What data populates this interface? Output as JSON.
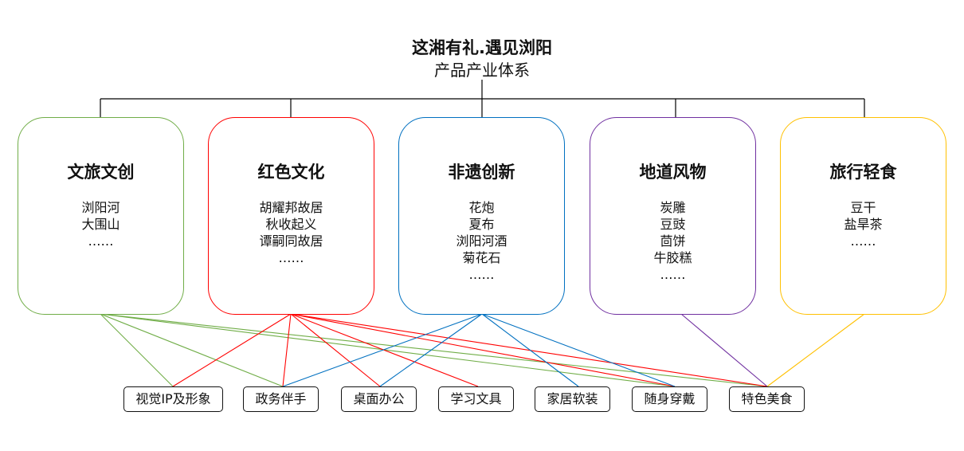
{
  "title": "这湘有礼.遇见浏阳",
  "subtitle": "产品产业体系",
  "groups": [
    {
      "name": "文旅文创",
      "color": "#70AD47",
      "items": [
        "浏阳河",
        "大围山",
        "……"
      ]
    },
    {
      "name": "红色文化",
      "color": "#FF0000",
      "items": [
        "胡耀邦故居",
        "秋收起义",
        "谭嗣同故居",
        "……"
      ]
    },
    {
      "name": "非遗创新",
      "color": "#0070C0",
      "items": [
        "花炮",
        "夏布",
        "浏阳河酒",
        "菊花石",
        "……"
      ]
    },
    {
      "name": "地道风物",
      "color": "#7030A0",
      "items": [
        "炭雕",
        "豆豉",
        "茴饼",
        "牛胶糕",
        "……"
      ]
    },
    {
      "name": "旅行轻食",
      "color": "#FFC000",
      "items": [
        "豆干",
        "盐旱茶",
        "……"
      ]
    }
  ],
  "categories": [
    "视觉IP及形象",
    "政务伴手",
    "桌面办公",
    "学习文具",
    "家居软装",
    "随身穿戴",
    "特色美食"
  ],
  "links": [
    [
      0,
      0
    ],
    [
      0,
      1
    ],
    [
      0,
      5
    ],
    [
      0,
      6
    ],
    [
      1,
      0
    ],
    [
      1,
      1
    ],
    [
      1,
      2
    ],
    [
      1,
      3
    ],
    [
      1,
      5
    ],
    [
      1,
      6
    ],
    [
      2,
      1
    ],
    [
      2,
      2
    ],
    [
      2,
      4
    ],
    [
      2,
      5
    ],
    [
      3,
      6
    ],
    [
      4,
      6
    ]
  ]
}
